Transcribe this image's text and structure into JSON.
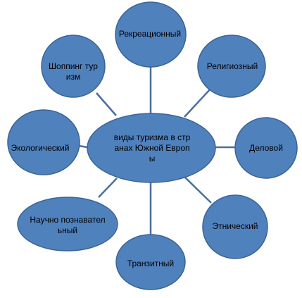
{
  "center": {
    "label": "виды туризма в странах Южной Европы"
  },
  "nodes": [
    {
      "id": "recreational",
      "label": "Рекреационный"
    },
    {
      "id": "religious",
      "label": "Религиозный"
    },
    {
      "id": "business",
      "label": "Деловой"
    },
    {
      "id": "ethnic",
      "label": "Этнический"
    },
    {
      "id": "transit",
      "label": "Транзитный"
    },
    {
      "id": "scientific",
      "label": "Научно познавательный"
    },
    {
      "id": "ecological",
      "label": "Экологический"
    },
    {
      "id": "shopping",
      "label": "Шоппинг туризм"
    }
  ],
  "colors": {
    "fill": "#4f81bd",
    "stroke": "#3a6494",
    "connector": "#4a6fa0",
    "text": "#000000"
  }
}
